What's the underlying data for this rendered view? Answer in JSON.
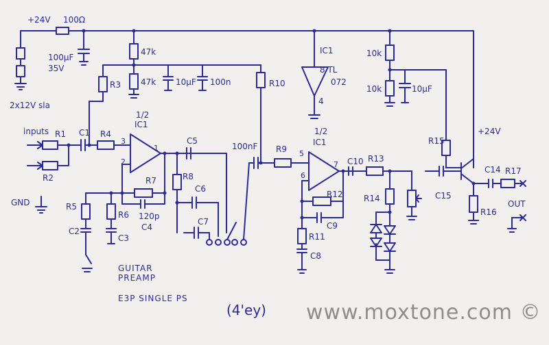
{
  "labels": {
    "supply": "+24V",
    "r_in": "100Ω",
    "cap_bulk_value": "100µF",
    "cap_bulk_voltage": "35V",
    "battery": "2x12V sla",
    "r_bias_top": "47k",
    "r_bias_bot": "47k",
    "c_bias_e": "10µF",
    "c_bias_f": "100n",
    "r3": "R3",
    "r10": "R10",
    "ic1": "IC1",
    "ic_pins": "8 TL",
    "ic_part": "072",
    "ic_gnd_pin": "4",
    "r_10k_top": "10k",
    "r_10k_bot": "10k",
    "c_10uf_right": "10µF",
    "supply_right": "+24V",
    "inputs": "inputs",
    "r1": "R1",
    "r2": "R2",
    "gnd": "GND",
    "c1": "C1",
    "r4": "R4",
    "pin3": "3",
    "pin2": "2",
    "pin1": "1",
    "half_ic1_a": "1/2",
    "ic1_a": "IC1",
    "c5": "C5",
    "c_100nf": "100nF",
    "r9": "R9",
    "pin5": "5",
    "half_ic1_b": "1/2",
    "ic1_b": "IC1",
    "pin7": "7",
    "c10": "C10",
    "r13": "R13",
    "r15": "R15",
    "c14": "C14",
    "r17": "R17",
    "r7": "R7",
    "r8": "R8",
    "c6": "C6",
    "c7": "C7",
    "r5": "R5",
    "r6": "R6",
    "c2": "C2",
    "c3": "C3",
    "c_120p": "120p",
    "c4": "C4",
    "pin6": "6",
    "r12": "R12",
    "c9": "C9",
    "r14": "R14",
    "c15": "C15",
    "r16": "R16",
    "out": "OUT",
    "r11": "R11",
    "c8": "C8",
    "title_line1": "GUITAR",
    "title_line2": "PREAMP",
    "title_line3": "E3P  SINGLE PS",
    "handwritten_note": "(4'ey)",
    "watermark": "www.moxtone.com ©"
  }
}
